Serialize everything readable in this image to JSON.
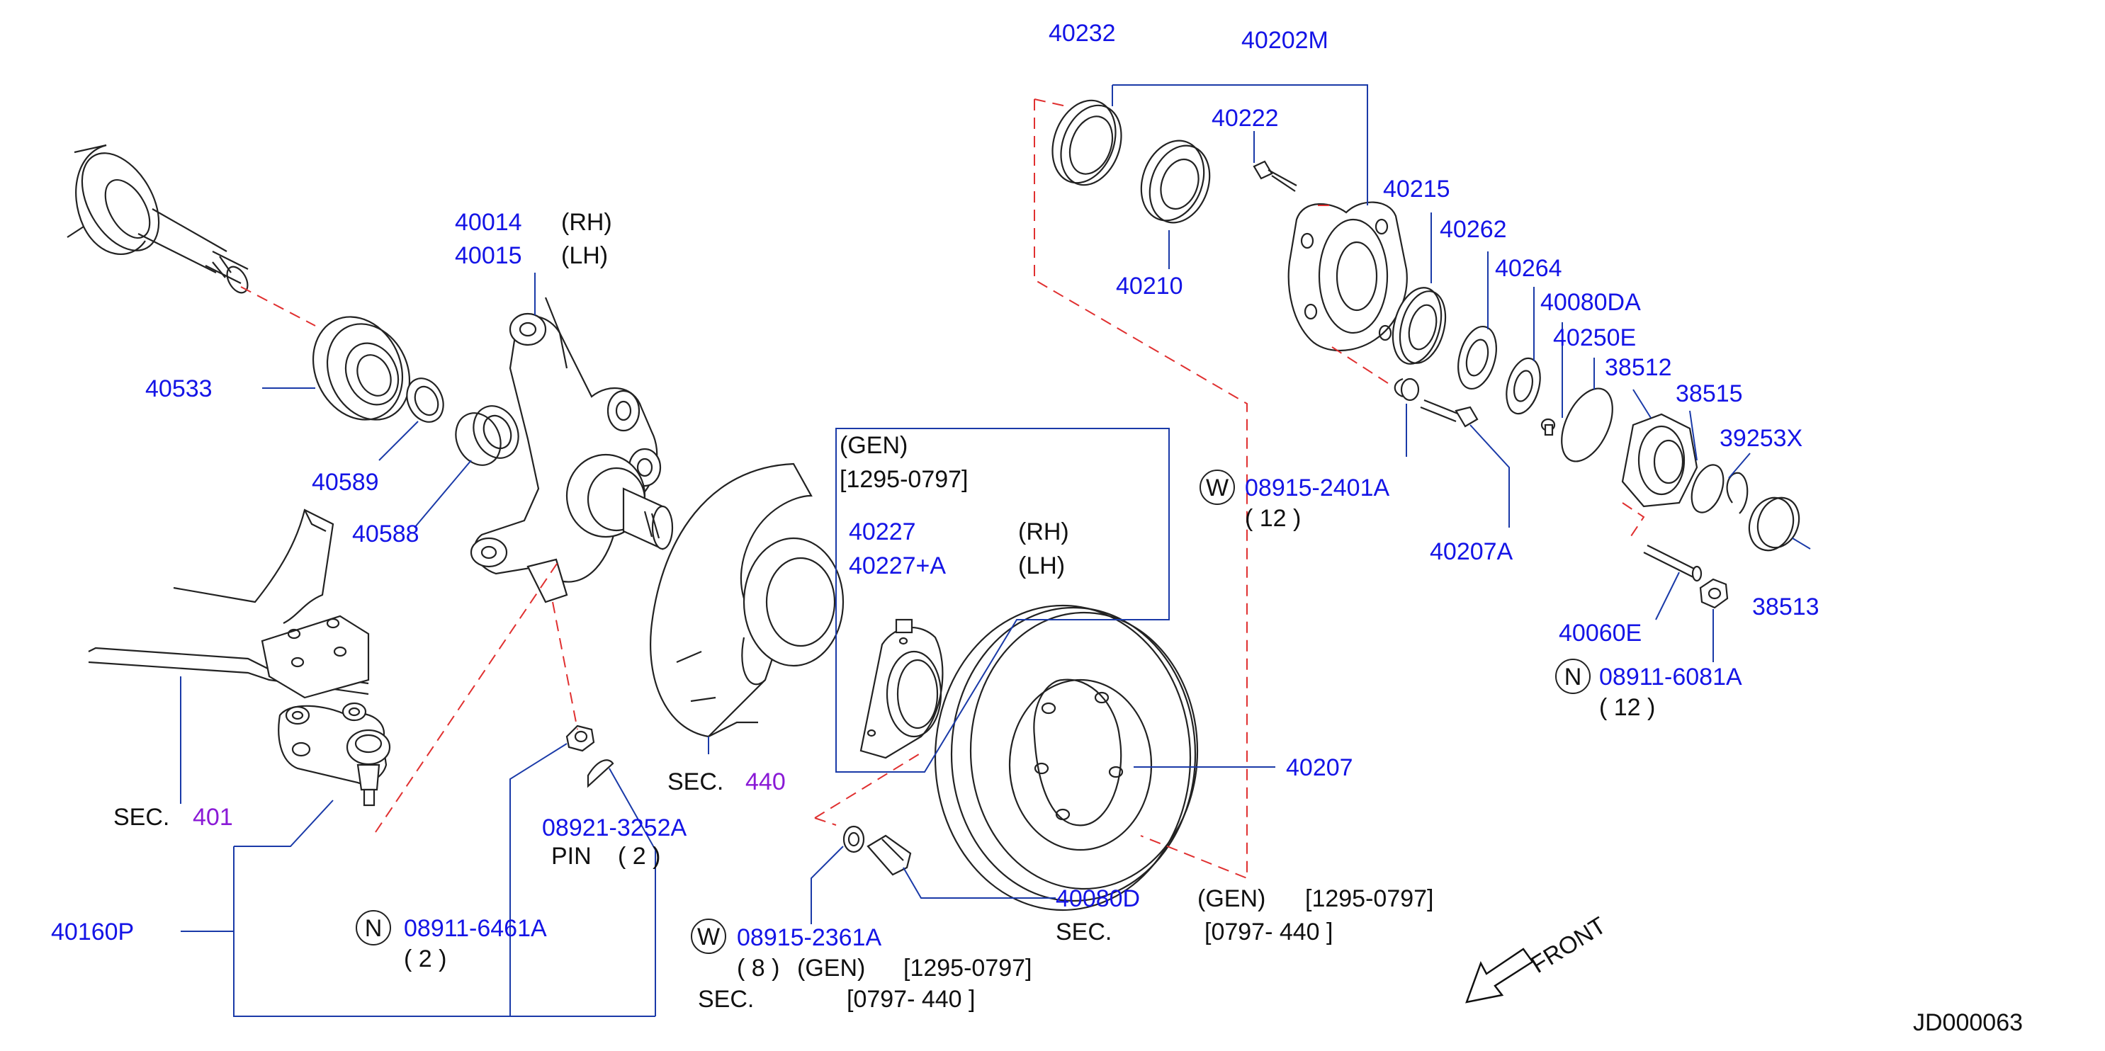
{
  "diagram_code": "JD000063",
  "labels": {
    "p40232": "40232",
    "p40202M": "40202M",
    "p40222": "40222",
    "p40215": "40215",
    "p40262": "40262",
    "p40264": "40264",
    "p40080DA": "40080DA",
    "p40250E": "40250E",
    "p38512": "38512",
    "p38515": "38515",
    "p39253X": "39253X",
    "p40210": "40210",
    "p40014": "40014",
    "rh1": "(RH)",
    "p40015": "40015",
    "lh1": "(LH)",
    "p40533": "40533",
    "p40589": "40589",
    "p40588": "40588",
    "p08915_2401A": "08915-2401A",
    "q12a": "( 12 )",
    "p40207A": "40207A",
    "p38513": "38513",
    "p40060E": "40060E",
    "p08911_6081A": "08911-6081A",
    "q12b": "( 12 )",
    "gen_box_line1": "(GEN)",
    "gen_box_line2": "[1295-0797]",
    "p40227": "40227",
    "rh2": "(RH)",
    "p40227A": "40227+A",
    "lh2": "(LH)",
    "sec440_prefix": "SEC.",
    "sec440_num": "440",
    "p40207": "40207",
    "sec401_prefix": "SEC.",
    "sec401_num": "401",
    "p08921_3252A": "08921-3252A",
    "pin": "PIN",
    "q2a": "( 2 )",
    "p40160P": "40160P",
    "p08911_6461A": "08911-6461A",
    "q2b": "( 2 )",
    "p40080D": "40080D",
    "gen2": "(GEN)",
    "range2": "[1295-0797]",
    "sec2": "SEC.",
    "range2b": "[0797-   440   ]",
    "p08915_2361A": "08915-2361A",
    "q8": "( 8 )",
    "gen3": "(GEN)",
    "range3": "[1295-0797]",
    "sec3": "SEC.",
    "range3b": "[0797-   440   ]",
    "front": "FRONT"
  },
  "symbols": {
    "washer_symbol": "W",
    "nut_symbol": "N"
  },
  "colors": {
    "part_number": "#1414e6",
    "section_ref": "#8a1ad6",
    "text": "#111111",
    "leader": "#1a3aa8",
    "dashed_link": "#e03030"
  }
}
